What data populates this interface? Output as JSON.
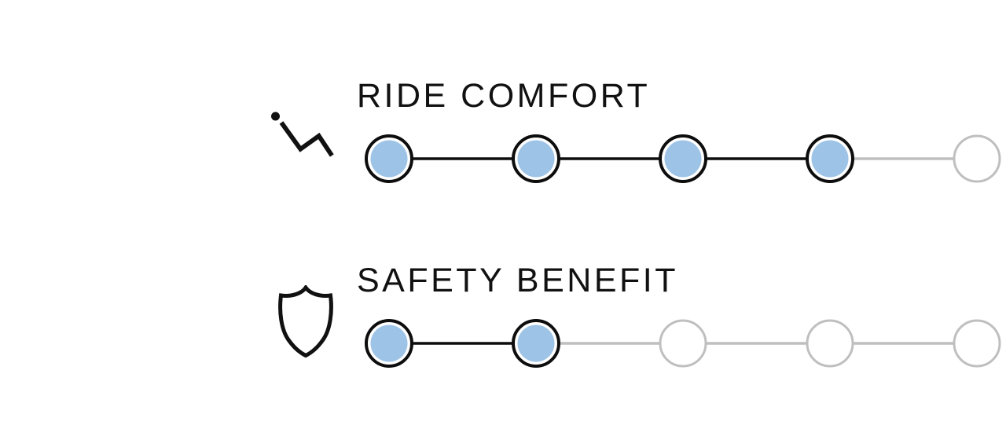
{
  "panel": {
    "background": "#ffffff"
  },
  "colors": {
    "text": "#111111",
    "icon": "#111111",
    "dot_fill": "#9DC3E6",
    "active_stroke": "#0d0d0d",
    "inactive_stroke": "#BFBFBF",
    "dot_inner_background": "#ffffff"
  },
  "ratings": [
    {
      "id": "ride-comfort",
      "label": "RIDE COMFORT",
      "icon": "reclining-seat-icon",
      "value": 4,
      "max": 5
    },
    {
      "id": "safety-benefit",
      "label": "SAFETY BENEFIT",
      "icon": "shield-icon",
      "value": 2,
      "max": 5
    }
  ]
}
